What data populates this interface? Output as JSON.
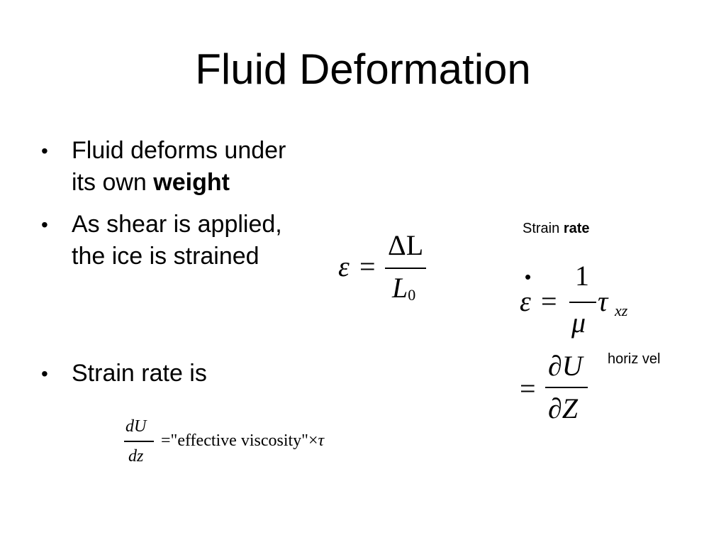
{
  "slide": {
    "title": "Fluid Deformation",
    "bullets": [
      {
        "dot": "•",
        "line1": "Fluid deforms under",
        "line2_plain": "its own ",
        "line2_bold": "weight"
      },
      {
        "dot": "•",
        "line1": "As shear is applied,",
        "line2": "the ice is strained"
      },
      {
        "dot": "•",
        "line1": "Strain rate is"
      }
    ]
  },
  "equations": {
    "strain": {
      "lhs": "ε",
      "eq": "=",
      "numerator": "ΔL",
      "denominator": "L",
      "denominator_sub": "0"
    },
    "strain_rate_label": {
      "plain": "Strain ",
      "bold": "rate"
    },
    "small_bullet": "•",
    "strain_rate": {
      "lhs": "ε",
      "eq": "=",
      "numerator": "1",
      "denominator": "μ",
      "tau": "τ",
      "tau_sub": "xz"
    },
    "velocity_gradient": {
      "eq": "=",
      "numerator": "∂U",
      "denominator": "∂Z"
    },
    "horiz_vel_label": "horiz vel",
    "flow_law": {
      "numerator": "dU",
      "denominator": "dz",
      "rhs_text": "=\"effective viscosity\"×",
      "tau": "τ"
    }
  }
}
